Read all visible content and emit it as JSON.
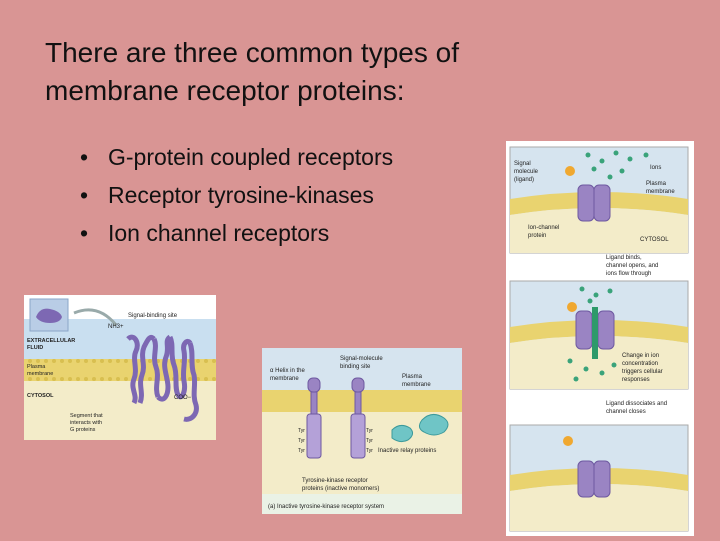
{
  "slide": {
    "title_line1": "There are three common types of",
    "title_line2": "membrane receptor proteins:",
    "bullets": [
      "G-protein coupled receptors",
      "Receptor tyrosine-kinases",
      "Ion channel receptors"
    ],
    "bullet_char": "•"
  },
  "figures": {
    "gpcr": {
      "signal_binding_site": "Signal-binding site",
      "extracellular_fluid_1": "EXTRACELLULAR",
      "extracellular_fluid_2": "FLUID",
      "plasma_membrane_1": "Plasma",
      "plasma_membrane_2": "membrane",
      "cytosol": "CYTOSOL",
      "nh3": "NH3+",
      "coo": "COO−",
      "segment_1": "Segment that",
      "segment_2": "interacts with",
      "segment_3": "G proteins"
    },
    "rtk": {
      "alpha_helix_1": "α Helix in the",
      "alpha_helix_2": "membrane",
      "signal_molecule_1": "Signal-molecule",
      "signal_molecule_2": "binding site",
      "plasma_membrane_1": "Plasma",
      "plasma_membrane_2": "membrane",
      "tyr": "Tyr",
      "inactive_relay": "Inactive relay proteins",
      "tk_receptor_1": "Tyrosine-kinase receptor",
      "tk_receptor_2": "proteins (inactive monomers)",
      "caption": "(a) Inactive tyrosine-kinase receptor system"
    },
    "ion_channel": {
      "signal_molecule_1": "Signal",
      "signal_molecule_2": "molecule",
      "signal_molecule_3": "(ligand)",
      "ions": "Ions",
      "plasma_membrane_1": "Plasma",
      "plasma_membrane_2": "membrane",
      "ion_channel_1": "Ion-channel",
      "ion_channel_2": "protein",
      "cytosol": "CYTOSOL",
      "step1_1": "Ligand binds,",
      "step1_2": "channel opens, and",
      "step1_3": "ions flow through",
      "step2_1": "Change in ion",
      "step2_2": "concentration",
      "step2_3": "triggers cellular",
      "step2_4": "responses",
      "step3_1": "Ligand dissociates and",
      "step3_2": "channel closes"
    }
  },
  "colors": {
    "background": "#d99594",
    "membrane": "#e9d36f",
    "extracellular": "#c9dff0",
    "cytosol": "#f3ecc9",
    "receptor": "#9a84c3",
    "ligand": "#f0a830",
    "ions": "#3aa37a"
  }
}
